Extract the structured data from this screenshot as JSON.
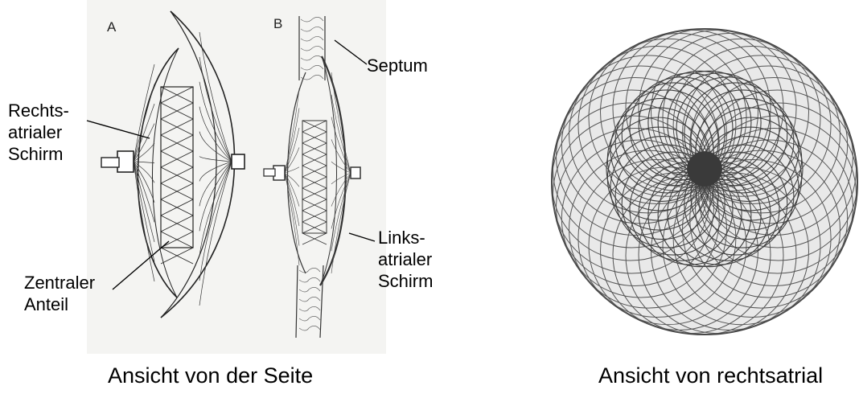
{
  "figure": {
    "panel_a_letter": "A",
    "panel_b_letter": "B",
    "labels": {
      "right_atrial_disc": [
        "Rechts-",
        "atrialer",
        "Schirm"
      ],
      "central_part": [
        "Zentraler",
        "Anteil"
      ],
      "septum": "Septum",
      "left_atrial_disc": [
        "Links-",
        "atrialer",
        "Schirm"
      ]
    },
    "captions": {
      "side_view": "Ansicht von der Seite",
      "right_atrial_view": "Ansicht von rechtsatrial"
    }
  }
}
